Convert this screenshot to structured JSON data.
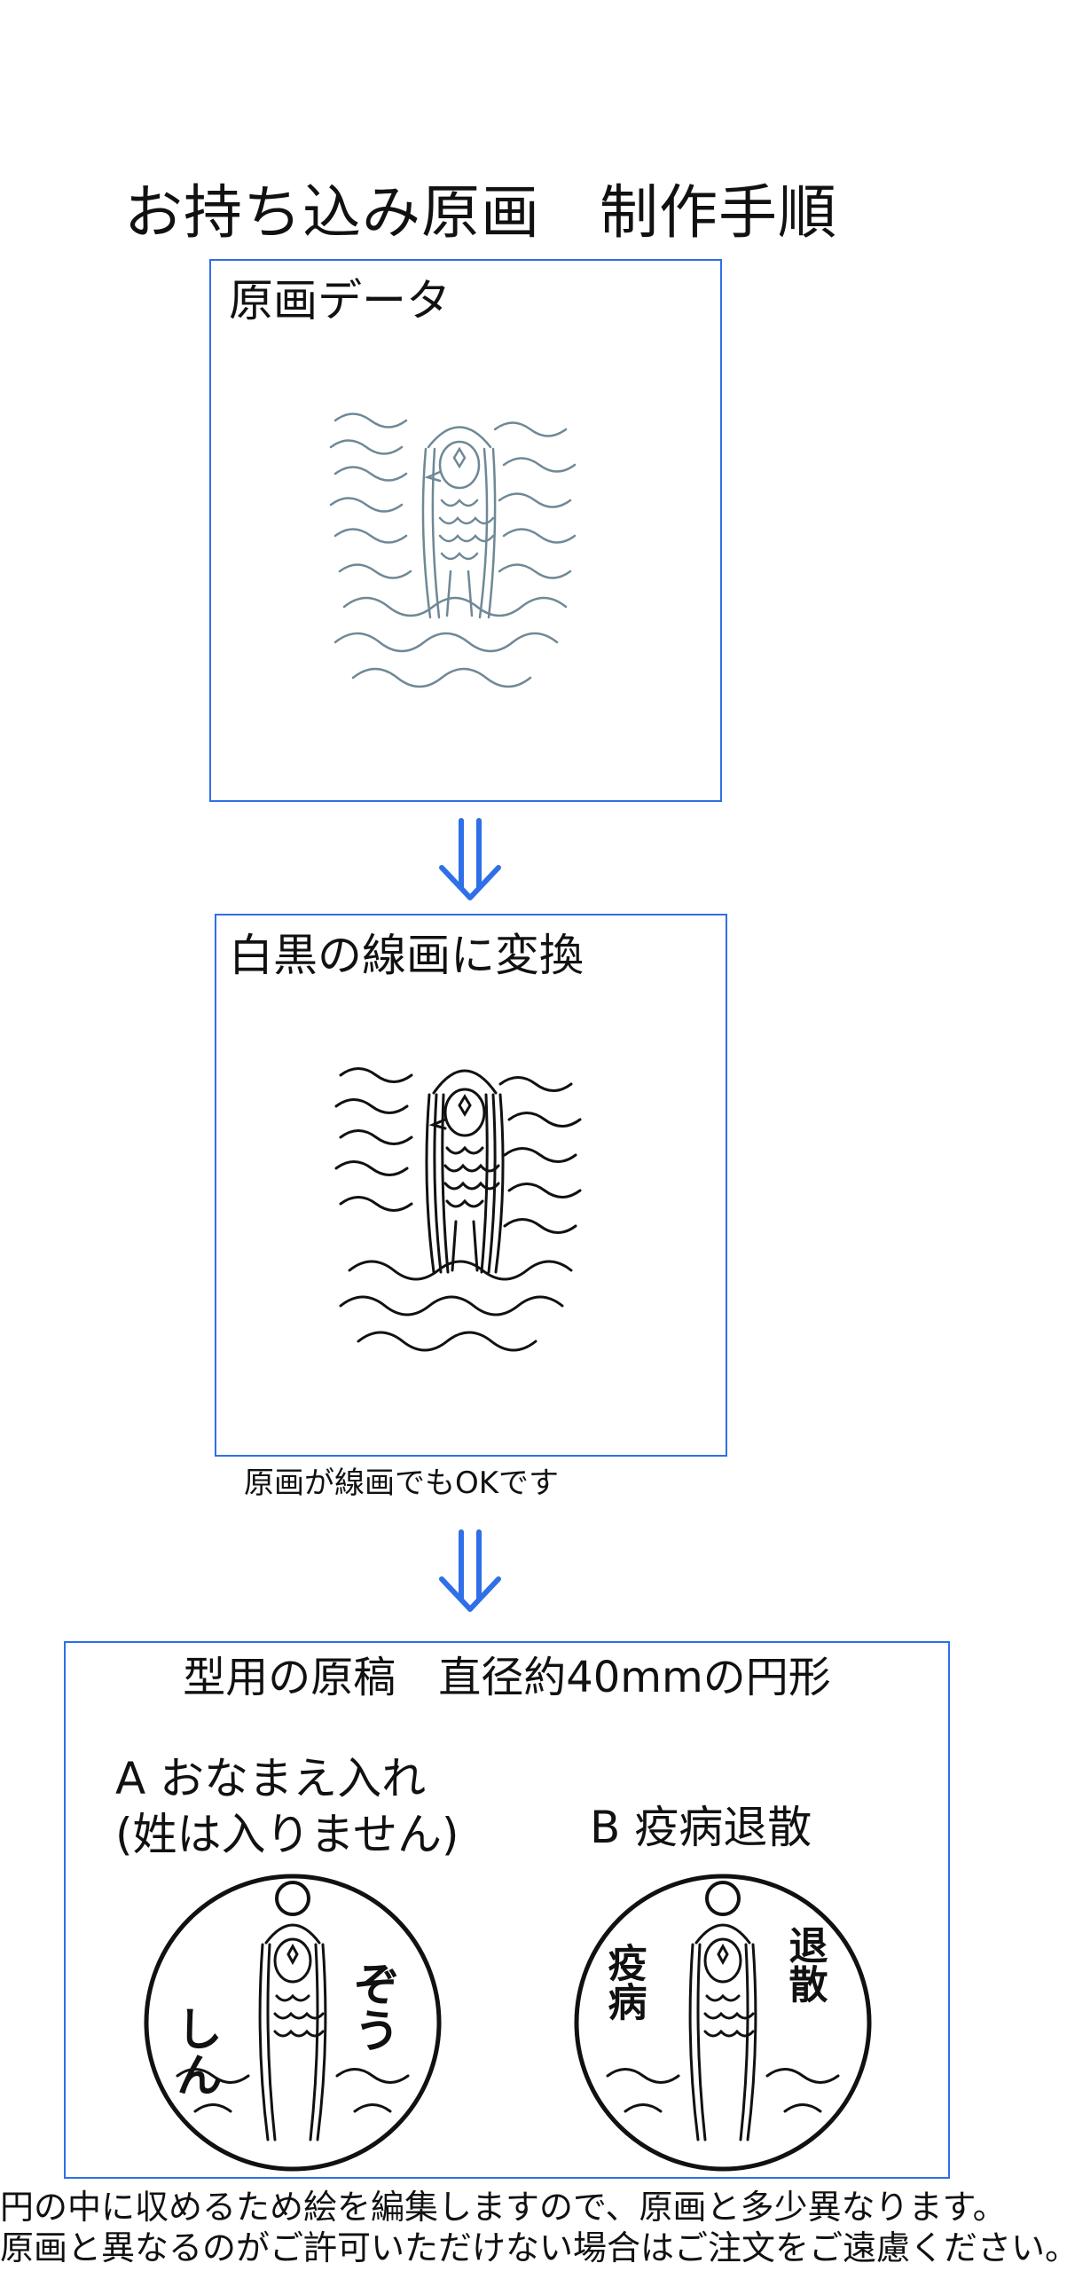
{
  "title": "お持ち込み原画　制作手順",
  "steps": [
    {
      "label": "原画データ",
      "image": "amabie-color-sketch"
    },
    {
      "label": "白黒の線画に変換",
      "image": "amabie-line-art",
      "note": "原画が線画でもOKです"
    },
    {
      "label": "型用の原稿　直径約40mmの円形",
      "option_a": {
        "label_line1": "A おなまえ入れ",
        "label_line2": "(姓は入りません)",
        "stamp_left": "しん",
        "stamp_right": "ぞう"
      },
      "option_b": {
        "label": "B 疫病退散",
        "stamp_left": "疫病",
        "stamp_right": "退散"
      }
    }
  ],
  "footer": {
    "line1": "円の中に収めるため絵を編集しますので、原画と多少異なります。",
    "line2": "原画と異なるのがご許可いただけない場合はご注文をご遠慮ください。"
  },
  "colors": {
    "accent": "#2f6fe8",
    "sketch": "#6f8896",
    "ink": "#111111"
  },
  "icons": [
    "double-down-arrow-icon"
  ]
}
